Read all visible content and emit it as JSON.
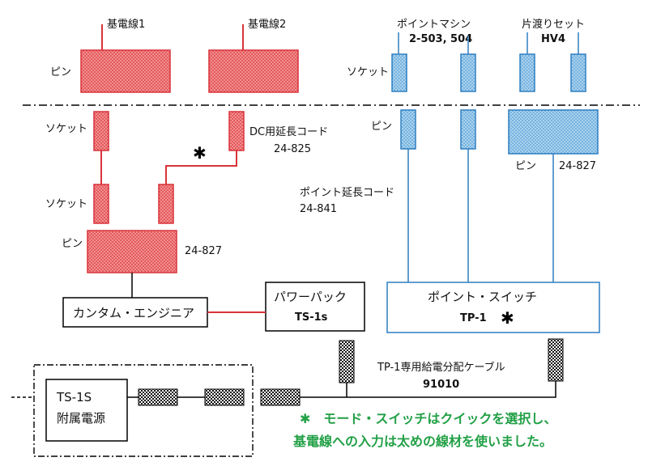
{
  "labels": {
    "kiden1": "基電線1",
    "kiden2": "基電線2",
    "pin_top_left": "ピン",
    "point_machine": "ポイントマシン",
    "point_machine_codes": "2-503, 504",
    "katawatari": "片渡りセット",
    "hv4": "HV4",
    "socket_top_right": "ソケット",
    "socket1": "ソケット",
    "dc_cord": "DC用延長コード",
    "dc_cord_code": "24-825",
    "pin_right": "ピン",
    "pin_right2": "ピン",
    "code_24827_right": "24-827",
    "socket2": "ソケット",
    "point_cord": "ポイント延長コード",
    "point_cord_code": "24-841",
    "pin_left": "ピン",
    "code_24827_left": "24-827",
    "power_pack": "パワーパック",
    "power_pack_model": "TS-1s",
    "controller": "カンタム・エンジニア",
    "point_switch": "ポイント・スイッチ",
    "point_switch_model": "TP-1",
    "star": "✱",
    "cable": "TP-1専用給電分配ケーブル",
    "cable_code": "91010",
    "psu_model": "TS-1S",
    "psu_name": "附属電源"
  },
  "note": {
    "line1": "✱　モード・スイッチはクイックを選択し、",
    "line2": "基電線への入力は太めの線材を使いました。"
  },
  "colors": {
    "red": "#d9343a",
    "red_fill": "#f07a7a",
    "blue": "#2f7fc1",
    "blue_fill": "#8ec0e6",
    "note_green": "#22a046"
  }
}
